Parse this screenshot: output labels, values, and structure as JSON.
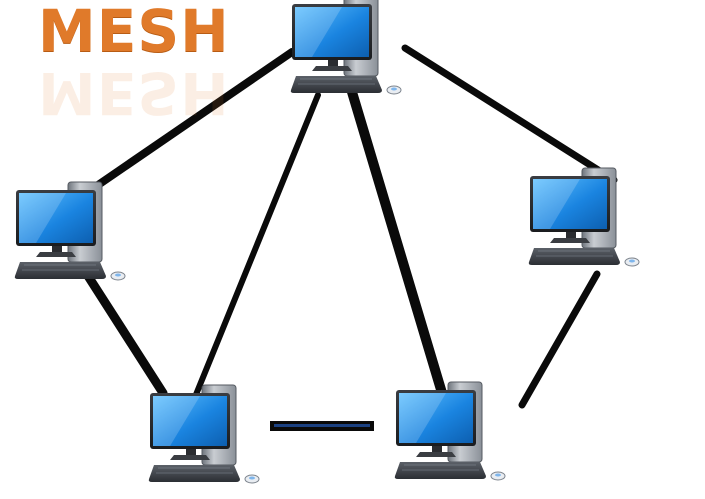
{
  "title": "MESH",
  "colors": {
    "title": "#e07a2a",
    "cable": "#0a0a0a",
    "screen": "#1e8ee8",
    "tower": "#9aa0a8"
  },
  "nodes": [
    {
      "id": "top",
      "icon": "desktop-computer-icon"
    },
    {
      "id": "left",
      "icon": "desktop-computer-icon"
    },
    {
      "id": "right",
      "icon": "desktop-computer-icon"
    },
    {
      "id": "bottom-left",
      "icon": "desktop-computer-icon"
    },
    {
      "id": "bottom-right",
      "icon": "desktop-computer-icon"
    }
  ],
  "links": [
    [
      "top",
      "left"
    ],
    [
      "top",
      "right"
    ],
    [
      "top",
      "bottom-left"
    ],
    [
      "top",
      "bottom-right"
    ],
    [
      "left",
      "bottom-left"
    ],
    [
      "right",
      "bottom-right"
    ],
    [
      "bottom-left",
      "bottom-right"
    ]
  ]
}
